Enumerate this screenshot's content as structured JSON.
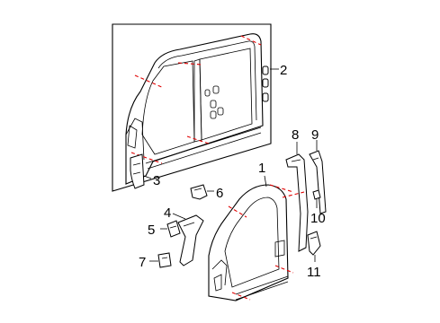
{
  "diagram": {
    "callouts": [
      {
        "id": "1",
        "text": "1"
      },
      {
        "id": "2",
        "text": "2"
      },
      {
        "id": "3",
        "text": "3"
      },
      {
        "id": "4",
        "text": "4"
      },
      {
        "id": "5",
        "text": "5"
      },
      {
        "id": "6",
        "text": "6"
      },
      {
        "id": "7",
        "text": "7"
      },
      {
        "id": "8",
        "text": "8"
      },
      {
        "id": "9",
        "text": "9"
      },
      {
        "id": "10",
        "text": "10"
      },
      {
        "id": "11",
        "text": "11"
      }
    ],
    "colors": {
      "line": "#000000",
      "cut_line": "#e00000",
      "background": "#ffffff"
    }
  }
}
